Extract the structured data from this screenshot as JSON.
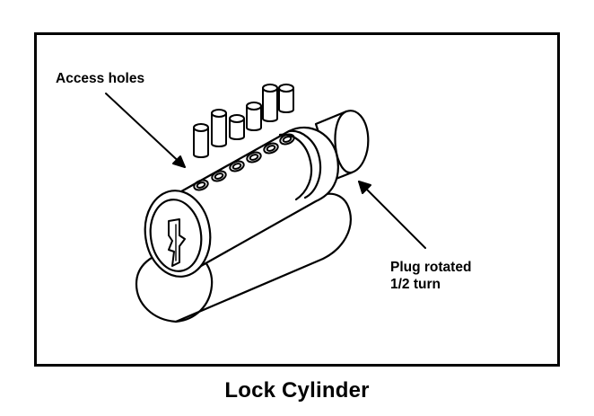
{
  "callouts": {
    "access_holes": "Access holes",
    "plug_line1": "Plug rotated",
    "plug_line2": "1/2 turn"
  },
  "caption": "Lock Cylinder",
  "icons": {
    "drawing": "lock-cylinder-icon",
    "pins": "pin-stack-icon"
  },
  "colors": {
    "ink": "#000000",
    "paper": "#ffffff"
  }
}
